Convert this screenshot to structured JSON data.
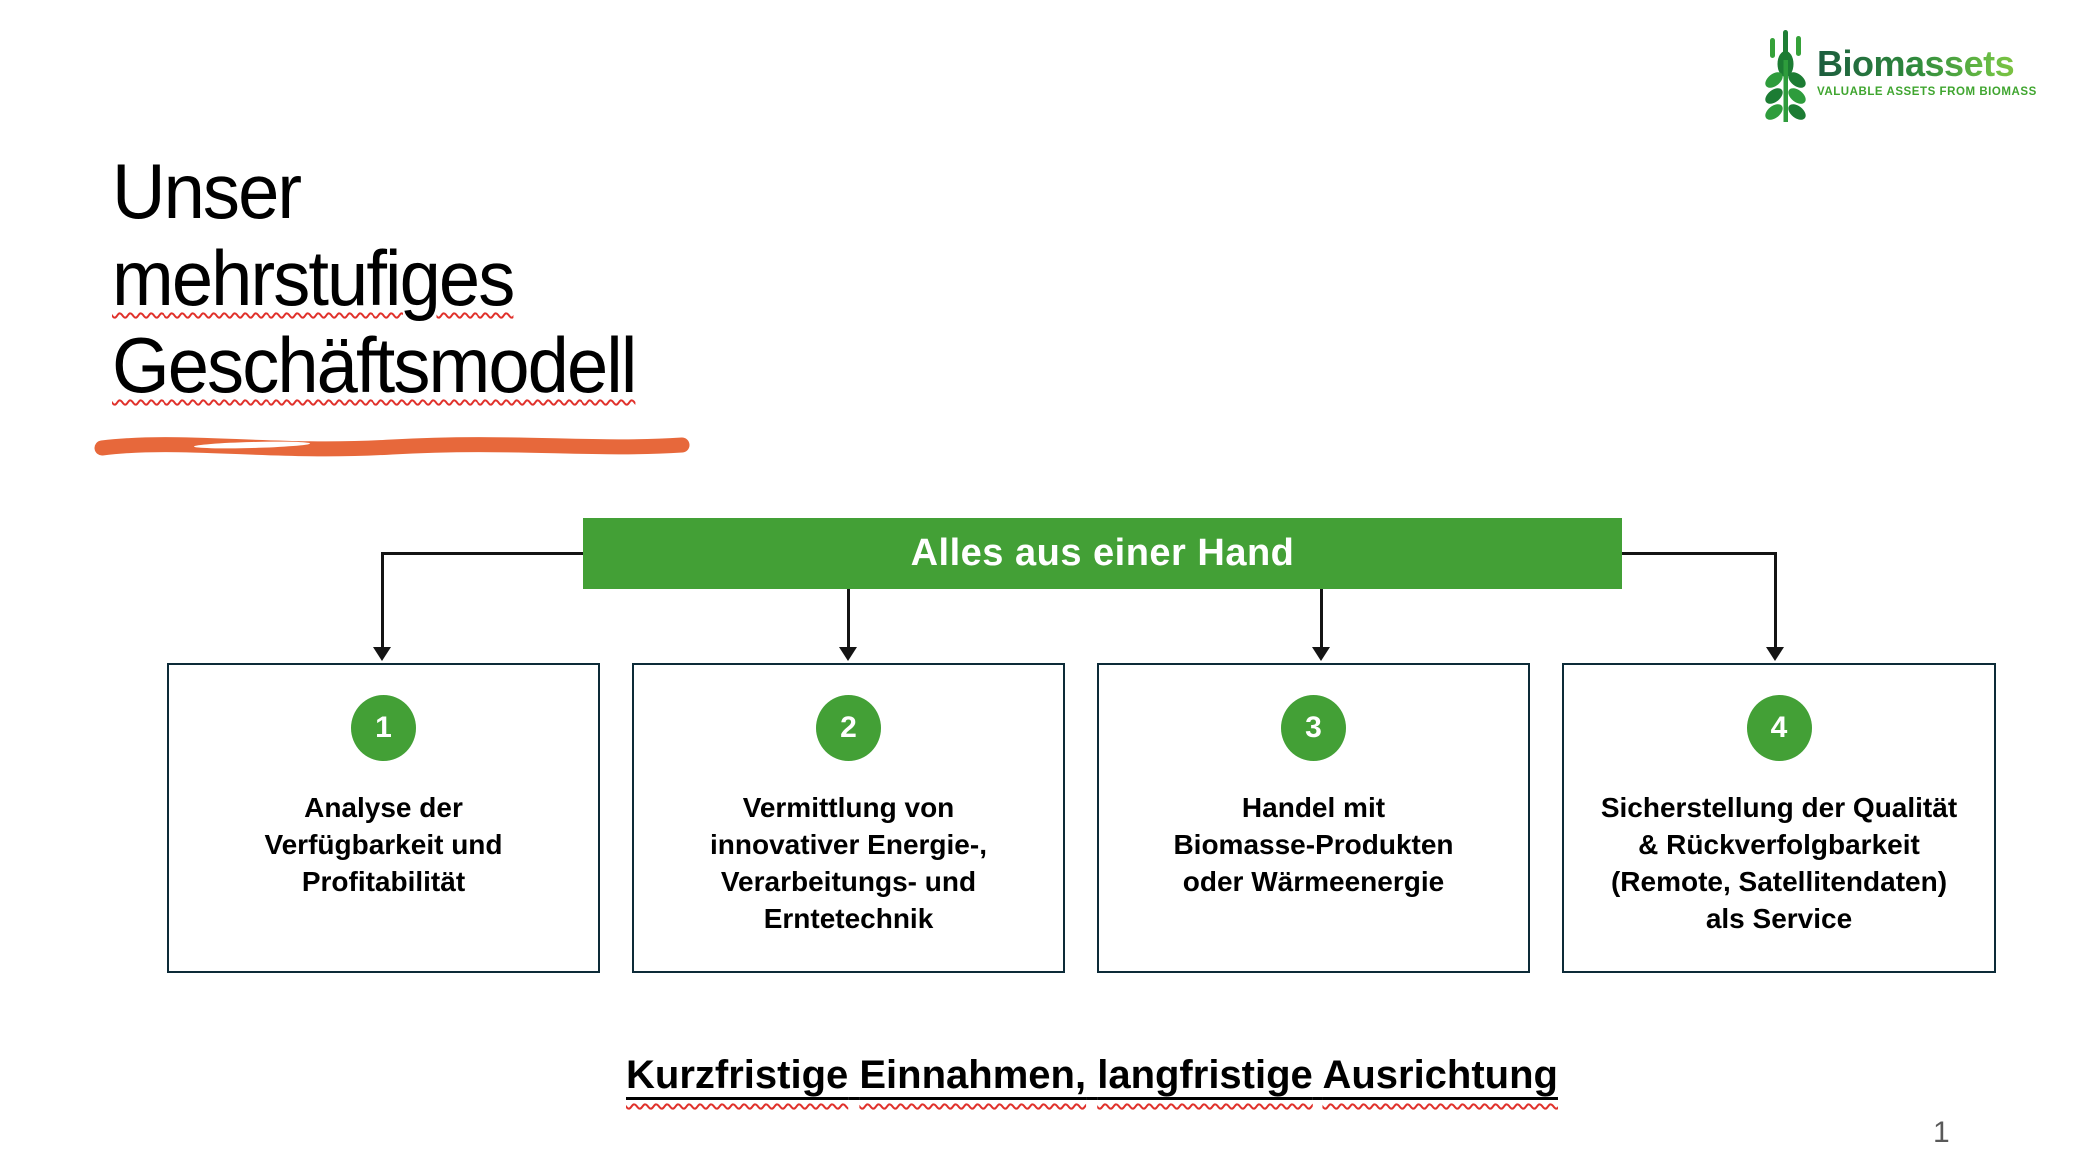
{
  "logo": {
    "brand": "Biomassets",
    "tagline": "VALUABLE ASSETS FROM BIOMASS"
  },
  "title": {
    "line1": "Unser",
    "line2": "mehrstufiges",
    "line3": "Geschäftsmodell"
  },
  "banner": {
    "label": "Alles aus einer Hand"
  },
  "steps": [
    {
      "number": "1",
      "text": "Analyse der\nVerfügbarkeit und\nProfitabilität"
    },
    {
      "number": "2",
      "text": "Vermittlung von\ninnovativer Energie-,\nVerarbeitungs- und\nErntetechnik"
    },
    {
      "number": "3",
      "text": "Handel mit\nBiomasse-Produkten\noder Wärmeenergie"
    },
    {
      "number": "4",
      "text": "Sicherstellung der Qualität\n& Rückverfolgbarkeit\n(Remote, Satellitendaten)\nals Service"
    }
  ],
  "footer": {
    "word1": "Kurzfristige",
    "word2": "Einnahmen,",
    "word3": "langfristige",
    "word4": "Ausrichtung"
  },
  "page_number": "1",
  "colors": {
    "green": "#43A036",
    "box_border": "#0D2B38",
    "orange_stroke": "#E7683B",
    "squiggle_red": "#E0312B",
    "logo_dark_green": "#1C5C3E",
    "logo_light_green": "#8DC63F"
  }
}
